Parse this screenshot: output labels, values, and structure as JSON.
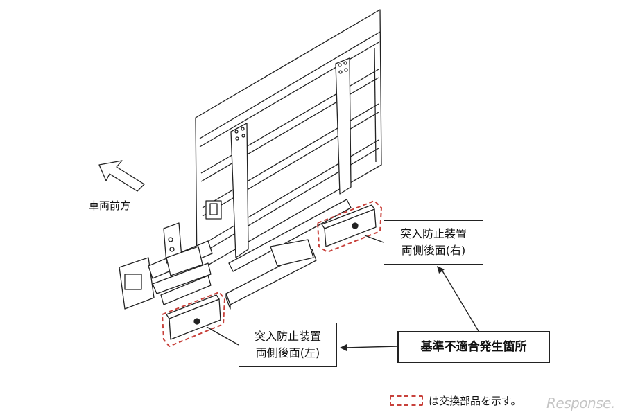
{
  "direction_label": "車両前方",
  "callouts": {
    "right": {
      "line1": "突入防止装置",
      "line2": "両側後面(右)"
    },
    "left": {
      "line1": "突入防止装置",
      "line2": "両側後面(左)"
    },
    "main": "基準不適合発生箇所"
  },
  "legend": {
    "text": "は交換部品を示す。"
  },
  "watermark": "Response.",
  "colors": {
    "highlight": "#c8413b",
    "line": "#222222"
  }
}
